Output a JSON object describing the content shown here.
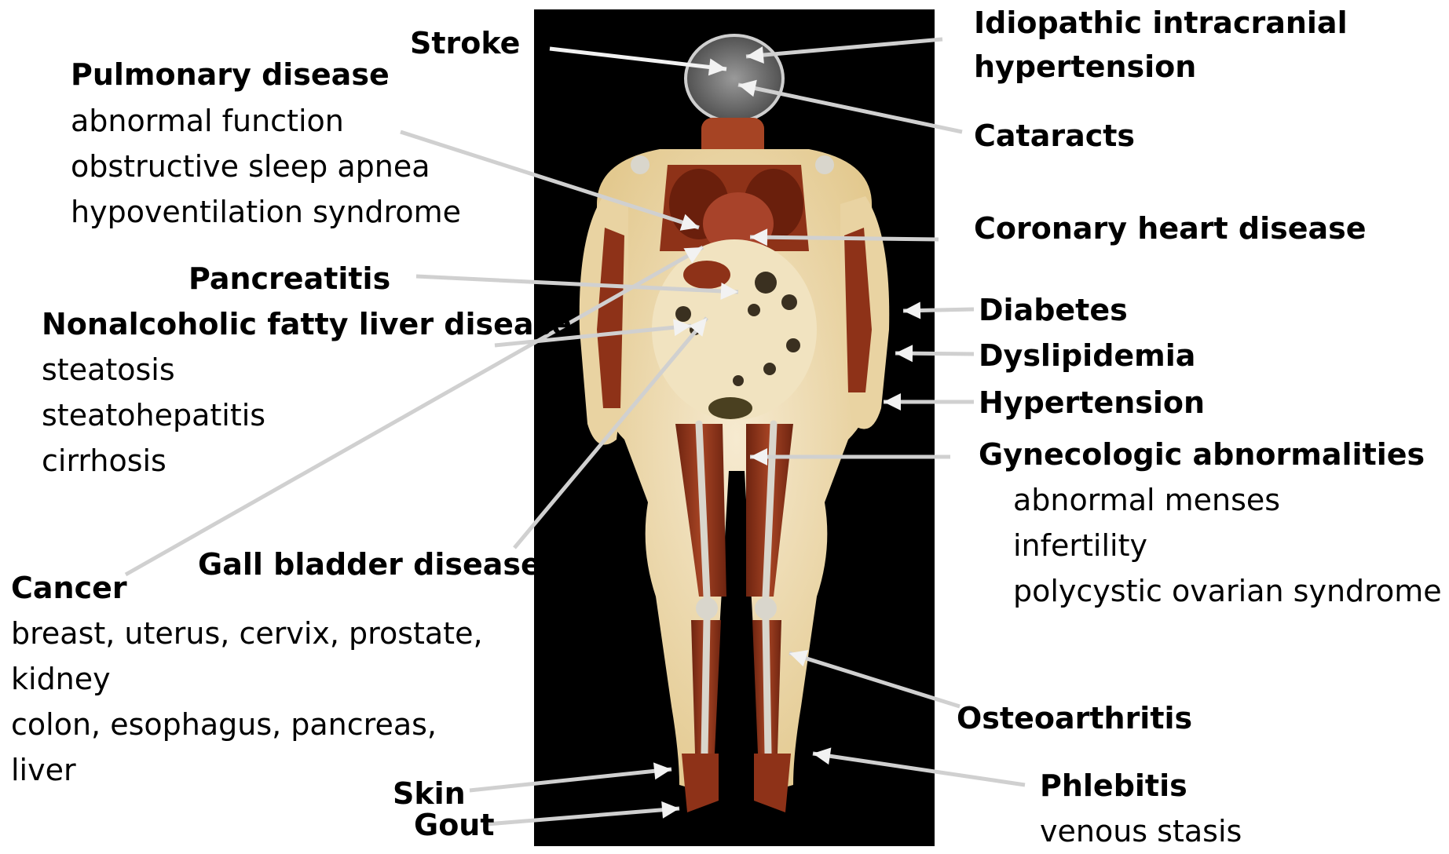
{
  "labels": {
    "stroke": "Stroke",
    "pulmonary": {
      "title": "Pulmonary disease",
      "items": [
        "abnormal function",
        "obstructive sleep apnea",
        "hypoventilation syndrome"
      ]
    },
    "pancreatitis": "Pancreatitis",
    "nafld": {
      "title": "Nonalcoholic fatty liver disease",
      "items": [
        "steatosis",
        "steatohepatitis",
        "cirrhosis"
      ]
    },
    "gallbladder": "Gall bladder disease",
    "cancer": {
      "title": "Cancer",
      "items": [
        "breast, uterus, cervix, prostate,",
        "kidney",
        "colon, esophagus, pancreas,",
        "liver"
      ]
    },
    "skin": "Skin",
    "gout": "Gout",
    "iih": [
      "Idiopathic intracranial",
      "hypertension"
    ],
    "cataracts": "Cataracts",
    "chd": "Coronary heart disease",
    "diabetes": "Diabetes",
    "dyslipidemia": "Dyslipidemia",
    "hypertension": "Hypertension",
    "gyn": {
      "title": "Gynecologic abnormalities",
      "items": [
        "abnormal menses",
        "infertility",
        "polycystic ovarian syndrome"
      ]
    },
    "osteoarthritis": "Osteoarthritis",
    "phlebitis": {
      "title": "Phlebitis",
      "items": [
        "venous stasis"
      ]
    }
  },
  "colors": {
    "background": "#ffffff",
    "scan_background": "#000000",
    "muscle": "#8e3218",
    "fat": "#efdcb2",
    "bone": "#d9d6cc",
    "arrow_on_image": "#f2f2f2",
    "arrow_off_image": "#d0d0d0"
  }
}
